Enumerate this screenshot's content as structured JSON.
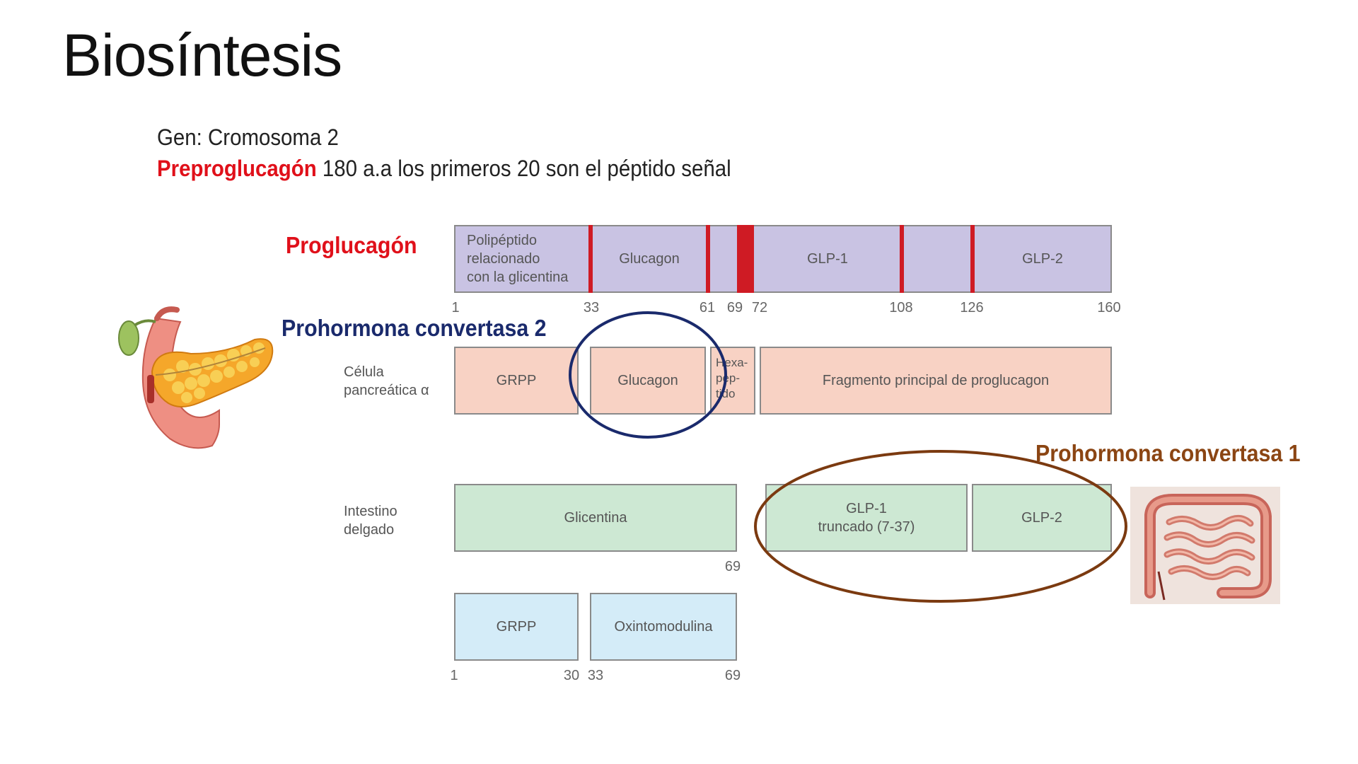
{
  "title": "Biosíntesis",
  "gene_line": "Gen: Cromosoma 2",
  "preproglucagon": {
    "term": "Preproglucagón",
    "description": " 180 a.a los primeros 20 son el péptido señal"
  },
  "labels": {
    "proglucagon": "Proglucagón",
    "pc2": "Prohormona convertasa 2",
    "pc1": "Prohormona convertasa 1"
  },
  "proglucagon_row": {
    "segments": [
      "Polipéptido\nrelacionado\ncon la glicentina",
      "Glucagon",
      "GLP-1",
      "GLP-2"
    ],
    "positions": [
      "1",
      "33",
      "61",
      "69",
      "72",
      "108",
      "126",
      "160"
    ]
  },
  "alpha_cell": {
    "tissue": "Célula\npancreática α",
    "segments": [
      "GRPP",
      "Glucagon",
      "Hexa-\npep-\ntido",
      "Fragmento principal de proglucagon"
    ]
  },
  "intestine": {
    "tissue": "Intestino\ndelgado",
    "segments": [
      "Glicentina",
      "GLP-1\ntruncado (7-37)",
      "GLP-2"
    ],
    "position_69": "69"
  },
  "oxintomodulin_row": {
    "segments": [
      "GRPP",
      "Oxintomodulina"
    ],
    "positions": [
      "1",
      "30",
      "33",
      "69"
    ]
  },
  "colors": {
    "proglucagon_fill": "#c9c3e3",
    "alpha_fill": "#f8d2c4",
    "intestine_fill": "#cde8d3",
    "oxinto_fill": "#d4ecf8",
    "cleavage_red": "#cf1b24",
    "pc2_circle": "#1a2a6c",
    "pc1_circle": "#7b3a10"
  },
  "icons": [
    "pancreas-illustration",
    "intestine-illustration"
  ]
}
